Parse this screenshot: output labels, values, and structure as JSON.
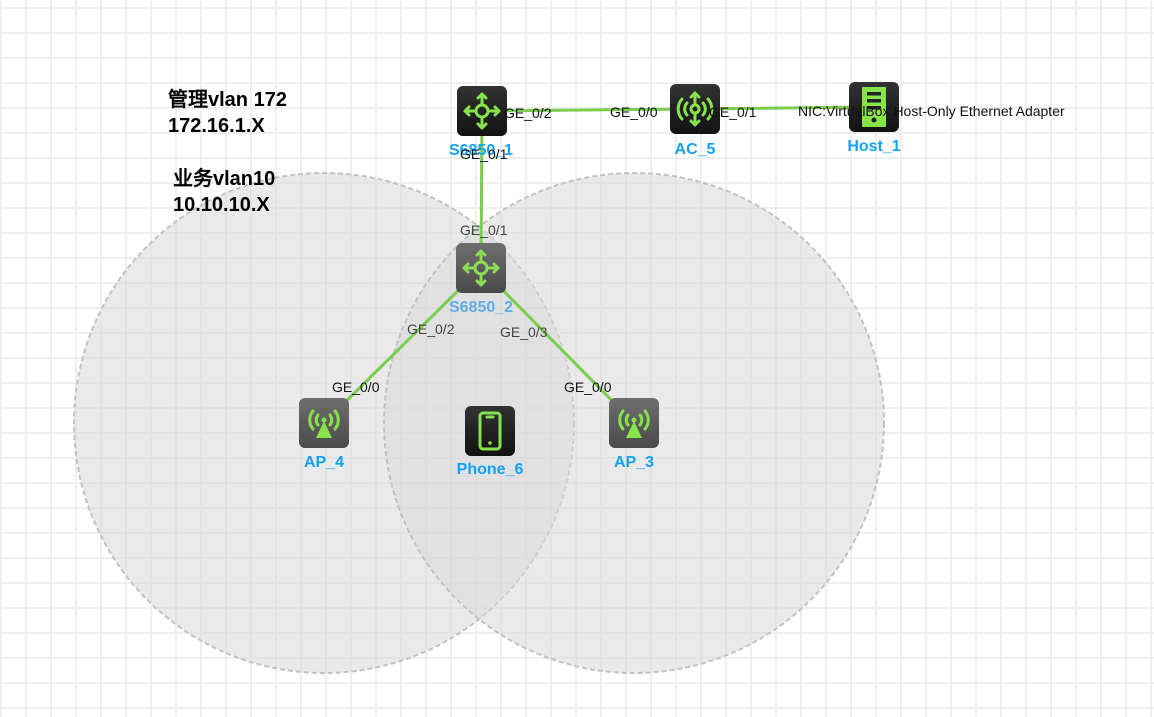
{
  "annotations": {
    "mgmt_vlan_title": "管理vlan 172",
    "mgmt_vlan_subnet": "172.16.1.X",
    "service_vlan_title": "业务vlan10",
    "service_vlan_subnet": "10.10.10.X"
  },
  "colors": {
    "link": "#7ccc4e",
    "icon_green": "#86e44a",
    "label_blue": "#13a2f2",
    "coverage_fill": "#dddddd",
    "coverage_stroke": "#c4c4c4"
  },
  "devices": {
    "s6850_1": {
      "name": "S6850_1",
      "type": "switch",
      "icon": "switch-icon"
    },
    "ac_5": {
      "name": "AC_5",
      "type": "wireless-controller",
      "icon": "ac-icon"
    },
    "host_1": {
      "name": "Host_1",
      "type": "host",
      "icon": "host-icon",
      "nic": "NIC:VirtualBox Host-Only Ethernet Adapter"
    },
    "s6850_2": {
      "name": "S6850_2",
      "type": "switch",
      "icon": "switch-icon"
    },
    "ap_4": {
      "name": "AP_4",
      "type": "access-point",
      "icon": "ap-icon"
    },
    "ap_3": {
      "name": "AP_3",
      "type": "access-point",
      "icon": "ap-icon"
    },
    "phone_6": {
      "name": "Phone_6",
      "type": "phone",
      "icon": "phone-icon"
    }
  },
  "links": [
    {
      "from": "S6850_1",
      "from_port": "GE_0/2",
      "to": "AC_5",
      "to_port": "GE_0/0"
    },
    {
      "from": "AC_5",
      "from_port": "GE_0/1",
      "to": "Host_1",
      "to_port": "NIC:VirtualBox Host-Only Ethernet Adapter"
    },
    {
      "from": "S6850_1",
      "from_port": "GE_0/1",
      "to": "S6850_2",
      "to_port": "GE_0/1"
    },
    {
      "from": "S6850_2",
      "from_port": "GE_0/2",
      "to": "AP_4",
      "to_port": "GE_0/0"
    },
    {
      "from": "S6850_2",
      "from_port": "GE_0/3",
      "to": "AP_3",
      "to_port": "GE_0/0"
    }
  ],
  "coverage_areas": [
    {
      "ap": "AP_4"
    },
    {
      "ap": "AP_3"
    }
  ]
}
